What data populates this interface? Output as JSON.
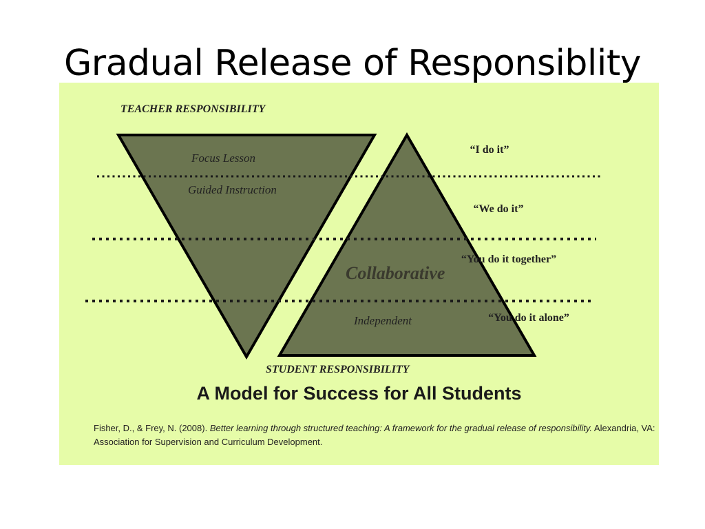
{
  "slide": {
    "title": "Gradual Release of Responsiblity"
  },
  "diagram": {
    "teacher_heading": "TEACHER RESPONSIBILITY",
    "student_heading": "STUDENT RESPONSIBILITY",
    "zones": {
      "focus": "Focus Lesson",
      "guided": "Guided Instruction",
      "collaborative": "Collaborative",
      "independent": "Independent"
    },
    "phrases": [
      "“I do it”",
      "“We do it”",
      "“You do it together”",
      "“You do it alone”"
    ],
    "model_title": "A Model for Success for All Students",
    "citation": {
      "authors": "Fisher, D., & Frey, N. (2008). ",
      "work": "Better learning through structured teaching: A framework for the gradual release of responsibility.",
      "publisher": " Alexandria, VA: Association for Supervision and Curriculum Development."
    },
    "colors": {
      "background": "#e6fca8",
      "triangle_fill": "#6b7550",
      "outline": "#000000"
    }
  }
}
